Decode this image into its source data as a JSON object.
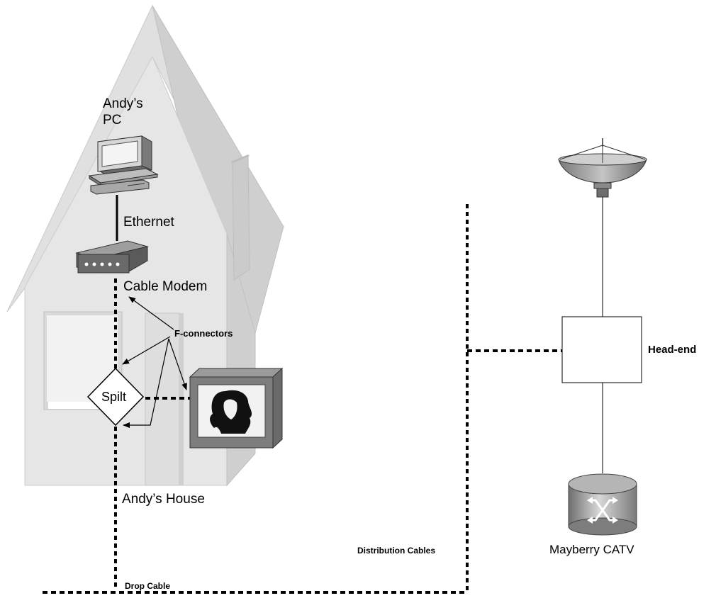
{
  "diagram": {
    "labels": {
      "pc": [
        "Andy’s",
        "PC"
      ],
      "ethernet": "Ethernet",
      "cable_modem": "Cable Modem",
      "f_connectors": "F-connectors",
      "splitter": "Spilt",
      "house": "Andy’s House",
      "head_end": "Head-end",
      "catv": "Mayberry CATV",
      "distribution_cables": "Distribution Cables",
      "drop_cable": "Drop Cable"
    },
    "colors": {
      "house_light": "#e3e3e3",
      "house_mid": "#d2d2d2",
      "device_dark": "#5a5a5a",
      "line": "#000000"
    }
  }
}
